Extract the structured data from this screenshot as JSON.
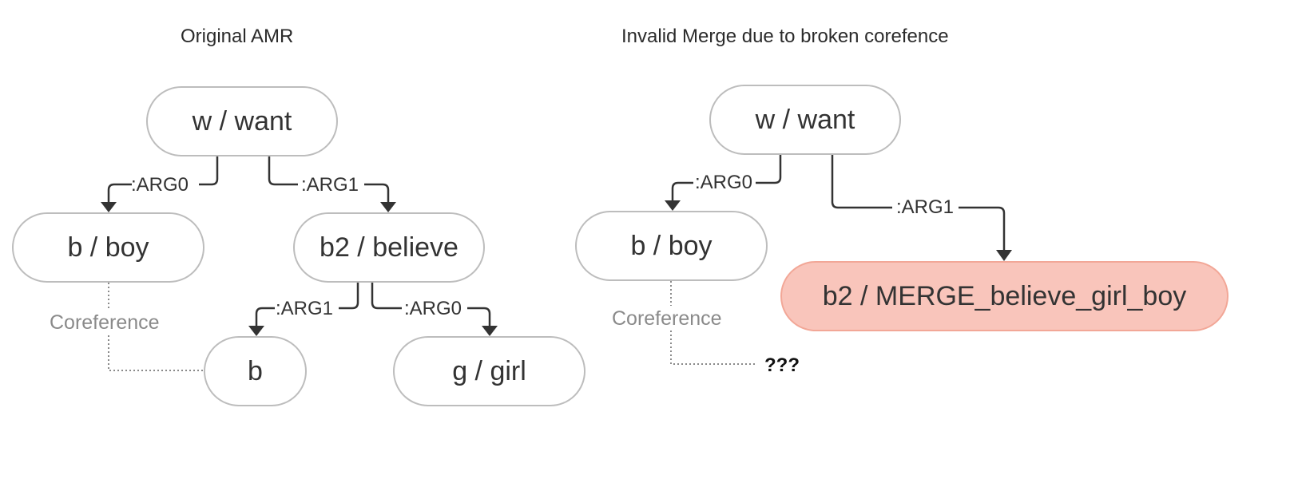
{
  "panels": {
    "original": {
      "title": "Original AMR",
      "nodes": {
        "want": "w / want",
        "boy": "b / boy",
        "believe": "b2 / believe",
        "b_ref": "b",
        "girl": "g / girl"
      },
      "edges": {
        "want_boy": ":ARG0",
        "want_believe": ":ARG1",
        "believe_b": ":ARG1",
        "believe_girl": ":ARG0"
      },
      "coreference": "Coreference"
    },
    "merged": {
      "title": "Invalid Merge due to broken corefence",
      "nodes": {
        "want": "w / want",
        "boy": "b / boy",
        "merge": "b2 / MERGE_believe_girl_boy"
      },
      "edges": {
        "want_boy": ":ARG0",
        "want_merge": ":ARG1"
      },
      "coreference": "Coreference",
      "unknown": "???"
    }
  },
  "colors": {
    "node_border": "#bdbdbd",
    "merged_fill": "#f9c5bb",
    "merged_border": "#f2a797",
    "edge": "#333333",
    "coref": "#8a8a8a"
  }
}
